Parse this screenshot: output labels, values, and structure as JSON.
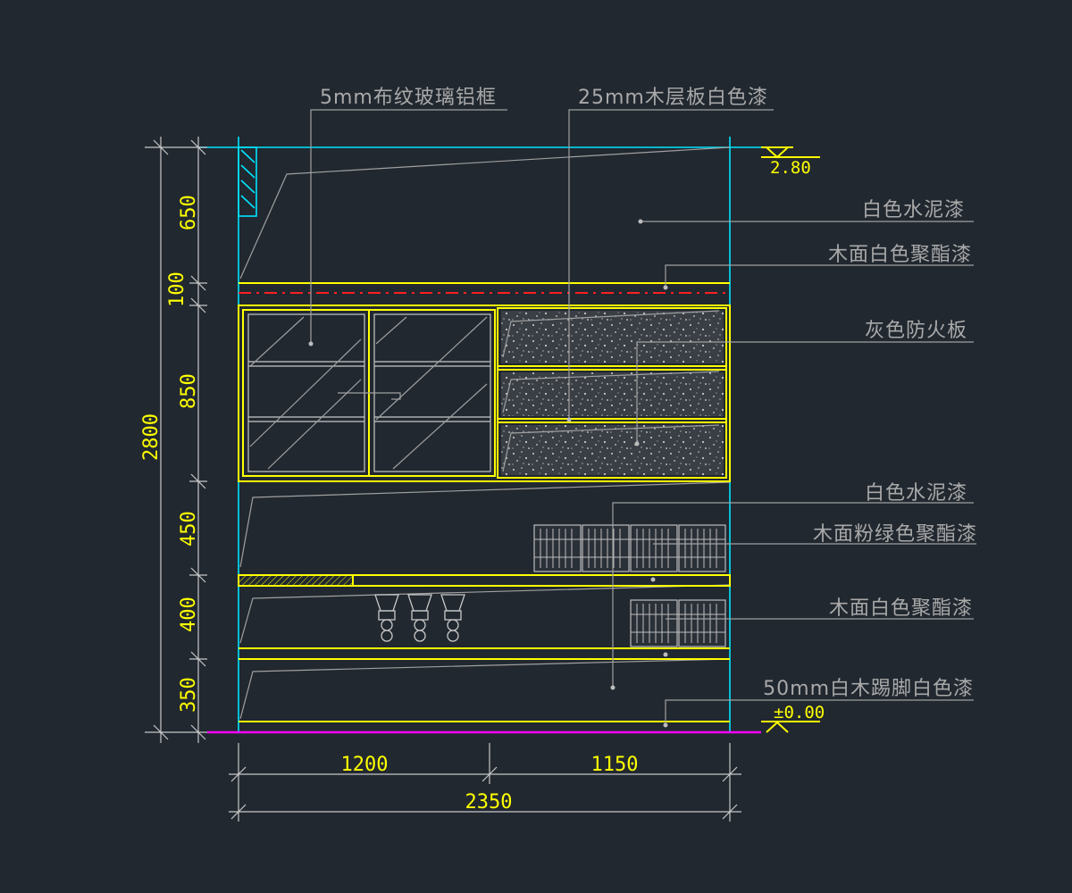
{
  "colors": {
    "background": "#212830",
    "frame": "#ffff00",
    "outline": "#00e5ff",
    "leader": "#a0a0a0",
    "centerline": "#ff2020",
    "floor": "#ff00ff"
  },
  "annotations": {
    "top_left": "5mm布纹玻璃铝框",
    "top_right": "25mm木层板白色漆",
    "right_1": "白色水泥漆",
    "right_2": "木面白色聚酯漆",
    "right_3": "灰色防火板",
    "right_4": "白色水泥漆",
    "right_5": "木面粉绿色聚酯漆",
    "right_6": "木面白色聚酯漆",
    "right_7": "50mm白木踢脚白色漆"
  },
  "levels": {
    "top": "2.80",
    "bottom": "±0.00"
  },
  "dimensions": {
    "vertical": [
      "650",
      "100",
      "850",
      "450",
      "400",
      "350"
    ],
    "total_height": "2800",
    "horizontal": [
      "1200",
      "1150"
    ],
    "total_width": "2350"
  }
}
